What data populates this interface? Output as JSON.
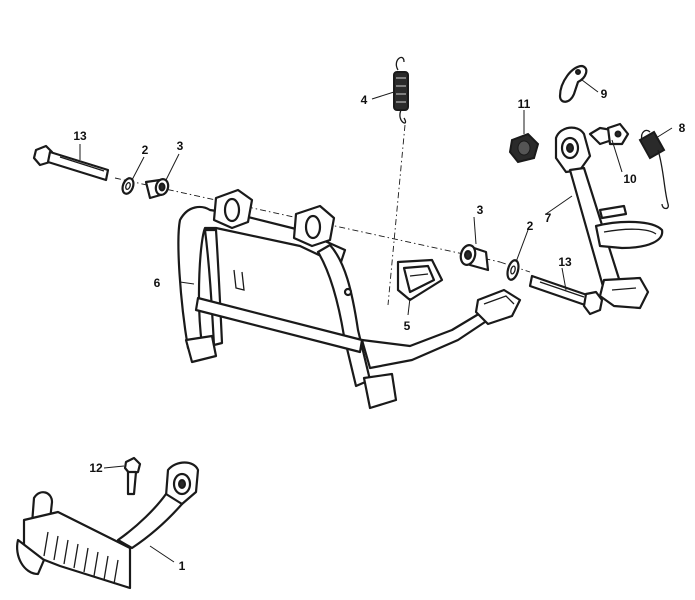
{
  "callouts": {
    "c1": "1",
    "c2a": "2",
    "c2b": "2",
    "c3a": "3",
    "c3b": "3",
    "c4": "4",
    "c5": "5",
    "c6": "6",
    "c7": "7",
    "c8": "8",
    "c9": "9",
    "c10": "10",
    "c11": "11",
    "c12": "12",
    "c13a": "13",
    "c13b": "13"
  }
}
